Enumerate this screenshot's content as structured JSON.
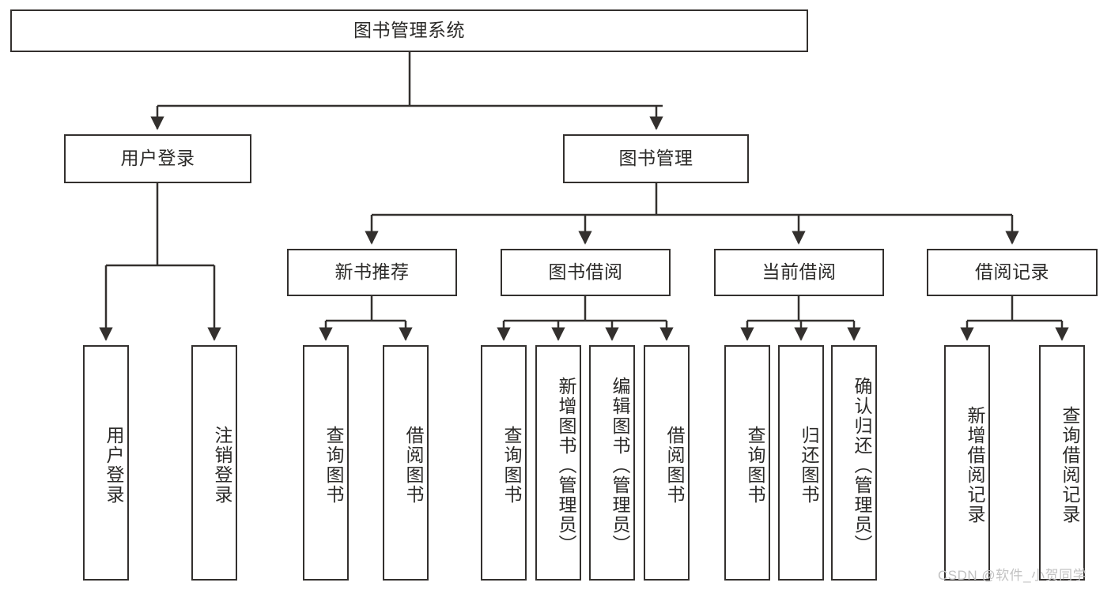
{
  "diagram": {
    "title": "图书管理系统",
    "type": "hierarchy-tree",
    "watermark": "CSDN @软件_小贺同学",
    "colors": {
      "box_border": "#33302e",
      "box_fill": "#ffffff",
      "text": "#2b2a28",
      "edge": "#33302e",
      "watermark": "#c2c2c2",
      "background": "#ffffff"
    },
    "nodes": {
      "root": {
        "label": "图书管理系统",
        "orientation": "horizontal",
        "level": 0
      },
      "l1": [
        {
          "id": "user-login",
          "label": "用户登录",
          "orientation": "horizontal",
          "level": 1
        },
        {
          "id": "book-manage",
          "label": "图书管理",
          "orientation": "horizontal",
          "level": 1
        }
      ],
      "l2": [
        {
          "id": "new-book-recommend",
          "label": "新书推荐",
          "orientation": "horizontal",
          "level": 2,
          "parent": "book-manage"
        },
        {
          "id": "book-borrow",
          "label": "图书借阅",
          "orientation": "horizontal",
          "level": 2,
          "parent": "book-manage"
        },
        {
          "id": "current-borrow",
          "label": "当前借阅",
          "orientation": "horizontal",
          "level": 2,
          "parent": "book-manage"
        },
        {
          "id": "borrow-record",
          "label": "借阅记录",
          "orientation": "horizontal",
          "level": 2,
          "parent": "book-manage"
        }
      ],
      "leaves": [
        {
          "id": "leaf-user-login",
          "label": "用户登录",
          "orientation": "vertical",
          "parent": "user-login"
        },
        {
          "id": "leaf-logout-login",
          "label": "注销登录",
          "orientation": "vertical",
          "parent": "user-login"
        },
        {
          "id": "leaf-query-book-recommend",
          "label": "查询图书",
          "orientation": "vertical",
          "parent": "new-book-recommend"
        },
        {
          "id": "leaf-borrow-book-recommend",
          "label": "借阅图书",
          "orientation": "vertical",
          "parent": "new-book-recommend"
        },
        {
          "id": "leaf-query-book-borrow",
          "label": "查询图书",
          "orientation": "vertical",
          "parent": "book-borrow"
        },
        {
          "id": "leaf-add-book-admin",
          "label": "新增图书（管理员）",
          "orientation": "vertical",
          "parent": "book-borrow"
        },
        {
          "id": "leaf-edit-book-admin",
          "label": "编辑图书（管理员）",
          "orientation": "vertical",
          "parent": "book-borrow"
        },
        {
          "id": "leaf-borrow-book",
          "label": "借阅图书",
          "orientation": "vertical",
          "parent": "book-borrow"
        },
        {
          "id": "leaf-query-book-current",
          "label": "查询图书",
          "orientation": "vertical",
          "parent": "current-borrow"
        },
        {
          "id": "leaf-return-book",
          "label": "归还图书",
          "orientation": "vertical",
          "parent": "current-borrow"
        },
        {
          "id": "leaf-confirm-return-admin",
          "label": "确认归还（管理员）",
          "orientation": "vertical",
          "parent": "current-borrow"
        },
        {
          "id": "leaf-add-borrow-record",
          "label": "新增借阅记录",
          "orientation": "vertical",
          "parent": "borrow-record"
        },
        {
          "id": "leaf-query-borrow-record",
          "label": "查询借阅记录",
          "orientation": "vertical",
          "parent": "borrow-record"
        }
      ]
    }
  }
}
